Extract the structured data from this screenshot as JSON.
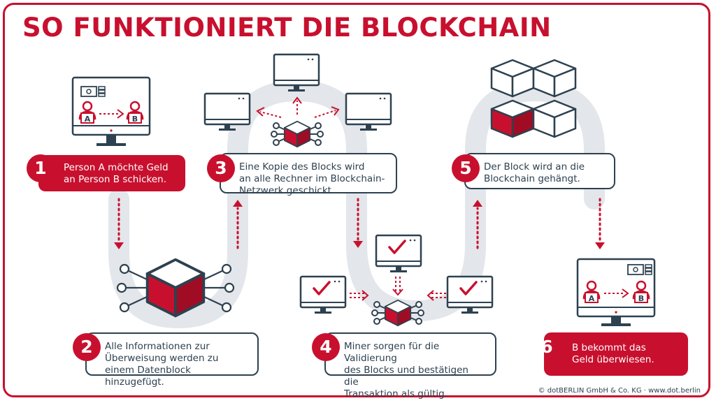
{
  "title": "SO FUNKTIONIERT DIE BLOCKCHAIN",
  "steps": [
    {
      "number": "1",
      "text": "Person A möchte Geld\nan Person B schicken."
    },
    {
      "number": "2",
      "text": "Alle Informationen zur\nÜberweisung werden zu\neinem Datenblock hinzugefügt."
    },
    {
      "number": "3",
      "text": "Eine Kopie des Blocks wird\nan alle Rechner im Blockchain-\nNetzwerk geschickt."
    },
    {
      "number": "4",
      "text": "Miner sorgen für die Validierung\ndes Blocks und bestätigen die\nTransaktion als gültig."
    },
    {
      "number": "5",
      "text": "Der Block wird an die\nBlockchain gehängt."
    },
    {
      "number": "6",
      "text": "B bekommt das\nGeld überwiesen."
    }
  ],
  "person_labels": {
    "a": "A",
    "b": "B"
  },
  "credit": "© dotBERLIN GmbH & Co. KG · www.dot.berlin",
  "colors": {
    "accent": "#c8102e",
    "dark": "#2d4150",
    "track": "#e3e6ea"
  },
  "icons": [
    "monitor-icon",
    "person-icon",
    "money-icon",
    "cube-icon",
    "network-node-icon",
    "checkmark-icon",
    "arrow-icon"
  ]
}
